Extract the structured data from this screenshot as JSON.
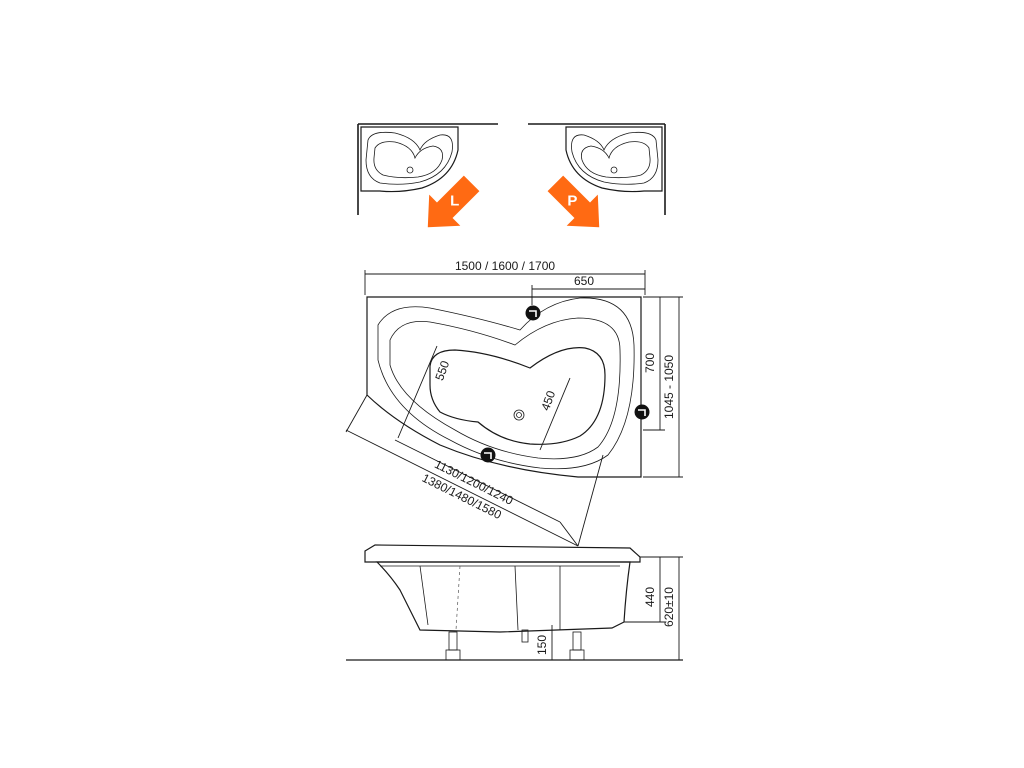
{
  "orientation": {
    "left_label": "L",
    "right_label": "P",
    "arrow_color": "#ff6a13"
  },
  "dimensions": {
    "overall_length": "1500 / 1600 / 1700",
    "drain_offset": "650",
    "depth_right": "700",
    "depth_total": "1045 - 1050",
    "inner_width_a": "550",
    "inner_width_b": "450",
    "diag_inner": "1130/1200/1240",
    "diag_outer": "1380/1480/1580",
    "height_tub": "440",
    "height_total": "620±10",
    "leg_height": "150"
  },
  "icons": {
    "fitting_top": "faucet-badge-icon",
    "fitting_right": "faucet-badge-icon",
    "fitting_bottom": "faucet-badge-icon"
  }
}
